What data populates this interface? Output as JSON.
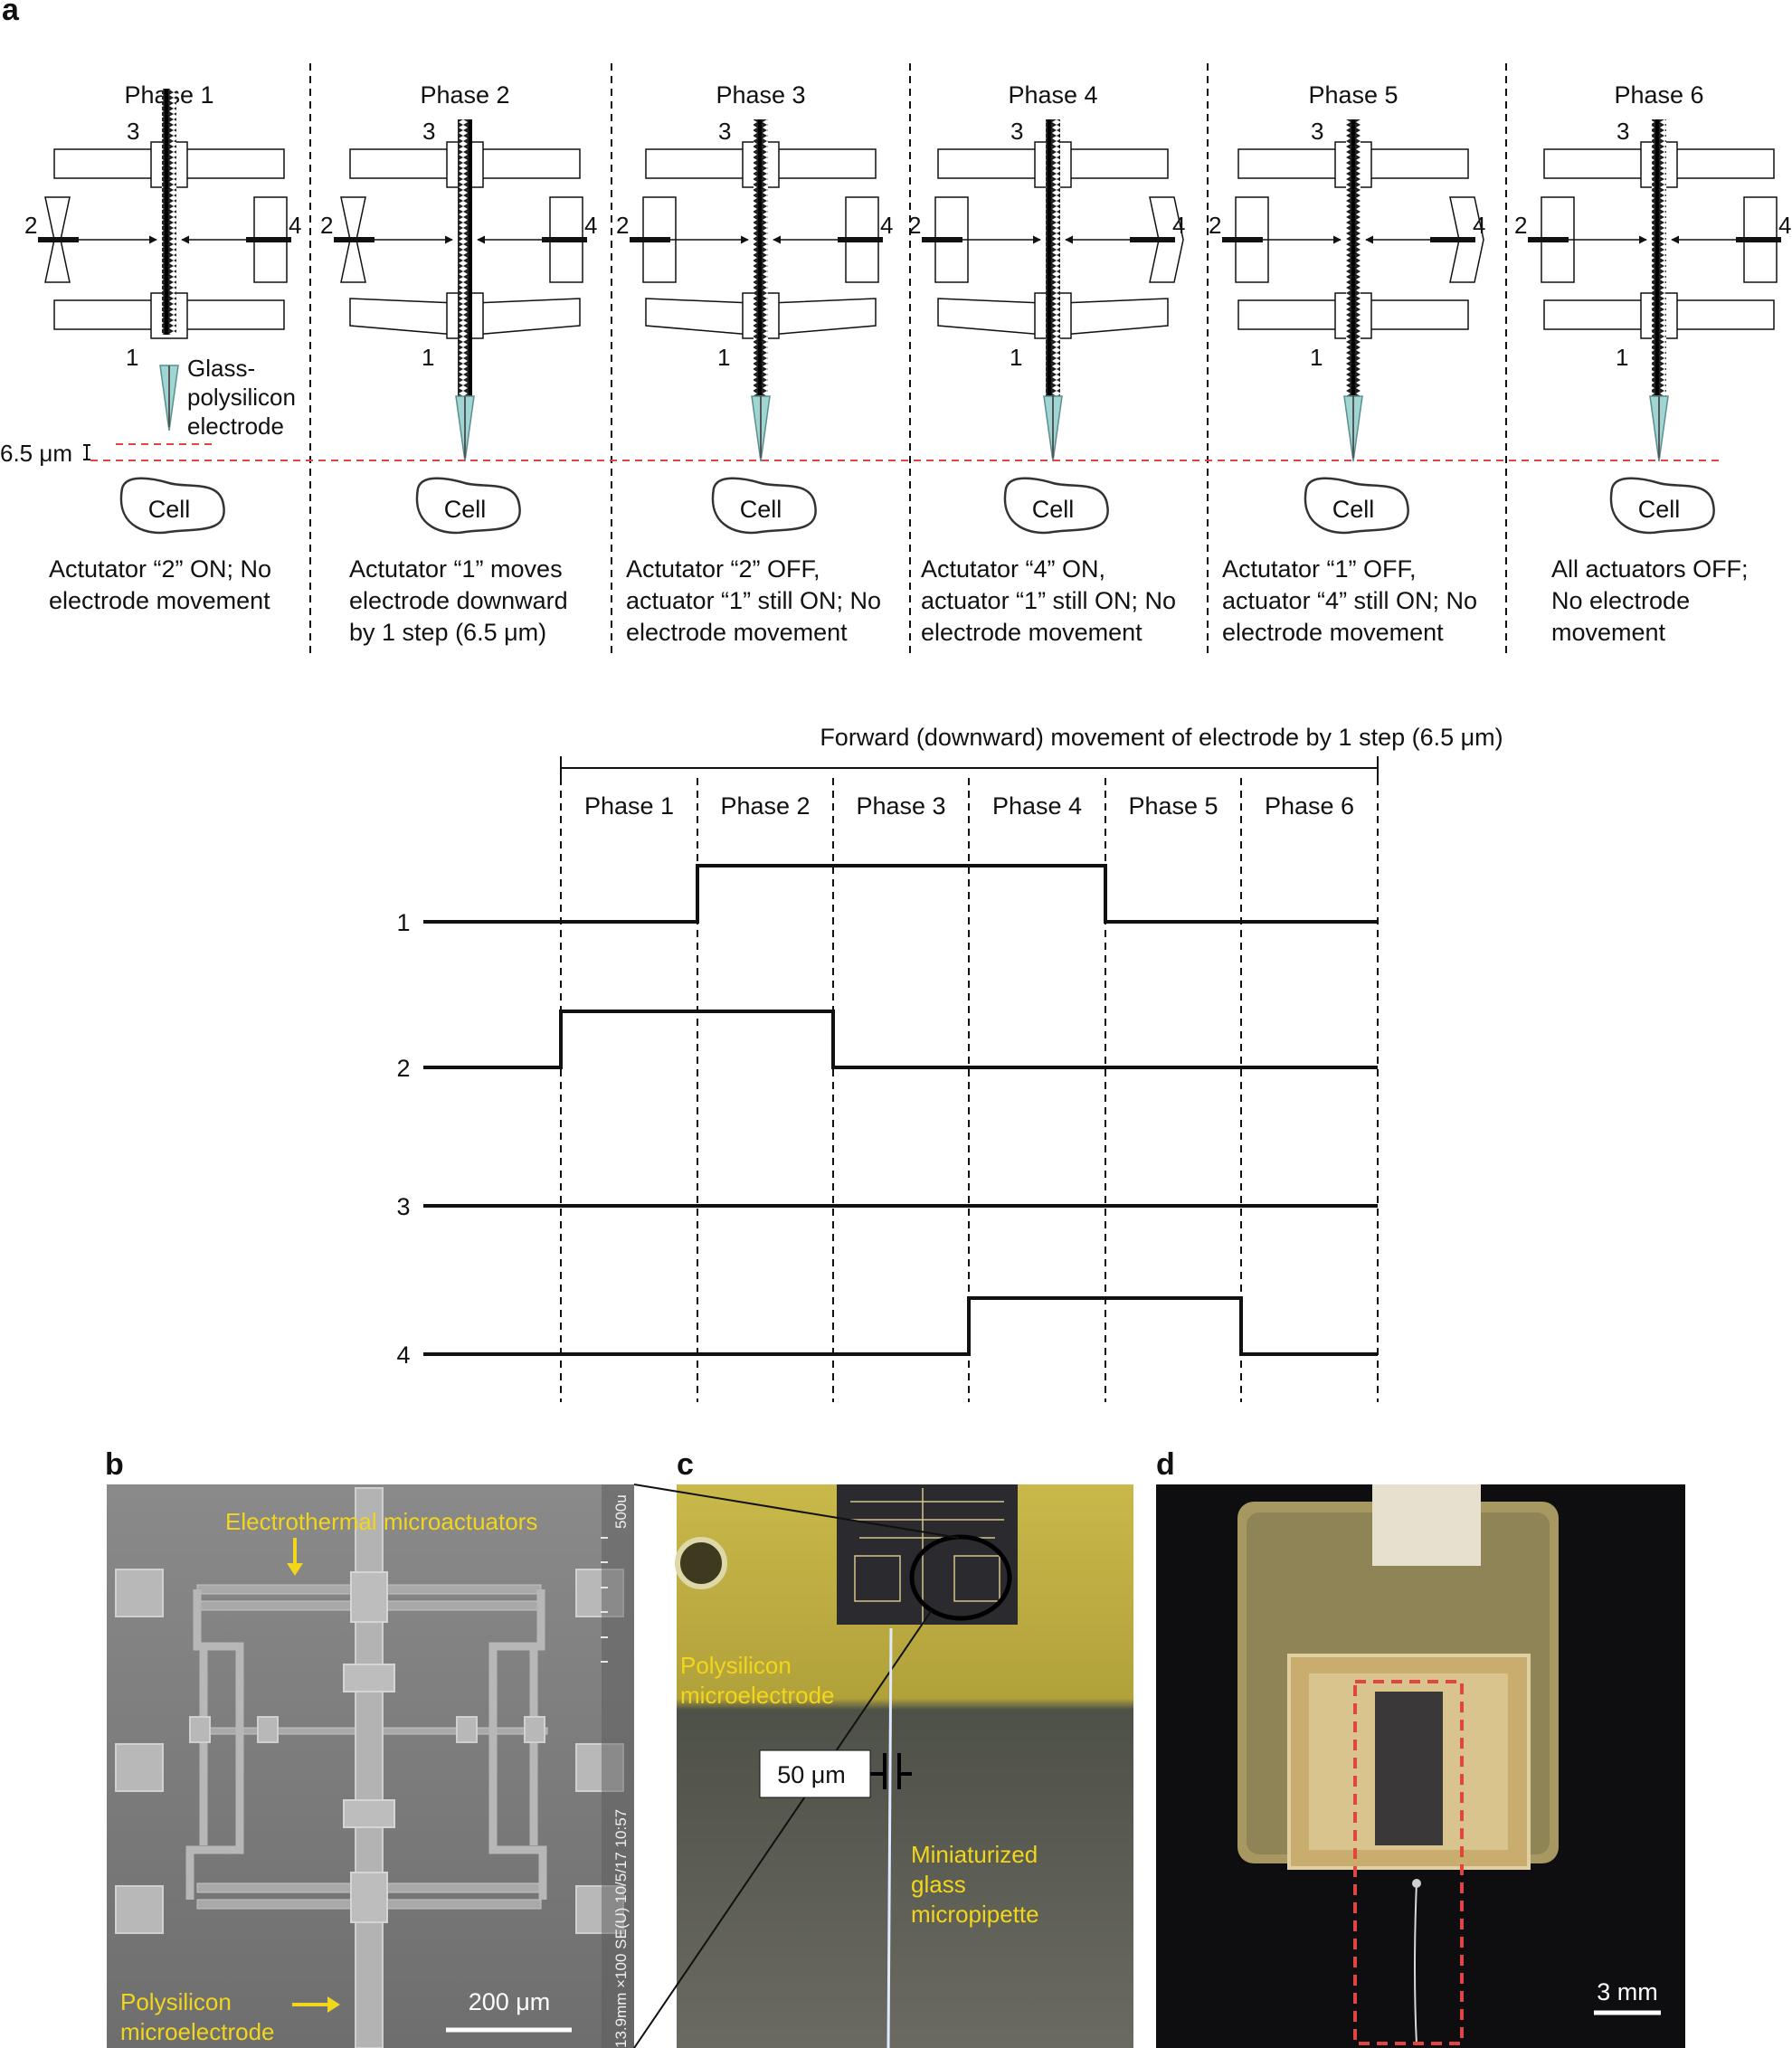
{
  "panel_letters": {
    "a": "a",
    "b": "b",
    "c": "c",
    "d": "d"
  },
  "phases": [
    {
      "title": "Phase 1",
      "caption": [
        "Actutator “2” ON; No",
        "electrode movement"
      ]
    },
    {
      "title": "Phase 2",
      "caption": [
        "Actutator “1” moves",
        "electrode downward",
        "by 1 step (6.5 μm)"
      ]
    },
    {
      "title": "Phase 3",
      "caption": [
        "Actutator “2” OFF,",
        "actuator “1” still ON; No",
        "electrode movement"
      ]
    },
    {
      "title": "Phase 4",
      "caption": [
        "Actutator “4” ON,",
        "actuator “1” still ON; No",
        "electrode movement"
      ]
    },
    {
      "title": "Phase 5",
      "caption": [
        "Actutator “1” OFF,",
        "actuator “4” still ON; No",
        "electrode movement"
      ]
    },
    {
      "title": "Phase 6",
      "caption": [
        "All actuators OFF;",
        "No electrode",
        "movement"
      ]
    }
  ],
  "actuator_numbers": [
    "1",
    "2",
    "3",
    "4"
  ],
  "cell_label": "Cell",
  "electrode_label": [
    "Glass-",
    "polysilicon",
    "electrode"
  ],
  "step_label": "6.5 μm",
  "timing": {
    "title": "Forward (downward) movement of electrode by 1 step (6.5 μm)",
    "phase_labels": [
      "Phase 1",
      "Phase 2",
      "Phase 3",
      "Phase 4",
      "Phase 5",
      "Phase 6"
    ],
    "signals": [
      {
        "name": "1",
        "states": [
          0,
          0,
          1,
          1,
          1,
          0,
          0
        ]
      },
      {
        "name": "2",
        "states": [
          0,
          1,
          1,
          0,
          0,
          0,
          0
        ]
      },
      {
        "name": "3",
        "states": [
          0,
          0,
          0,
          0,
          0,
          0,
          0
        ]
      },
      {
        "name": "4",
        "states": [
          0,
          0,
          0,
          0,
          1,
          1,
          0
        ]
      }
    ]
  },
  "panel_b": {
    "label_top": "Electrothermal microactuators",
    "label_bottom": [
      "Polysilicon",
      "microelectrode"
    ],
    "scale": "200 μm",
    "sem_text": "13.9mm ×100 SE(U) 10/5/17 10:57",
    "sem_corner": "500u"
  },
  "panel_c": {
    "label_electrode": [
      "Polysilicon",
      "microelectrode"
    ],
    "scale": "50 μm",
    "label_pipette": [
      "Miniaturized",
      "glass",
      "micropipette"
    ]
  },
  "panel_d": {
    "scale": "3 mm"
  },
  "colors": {
    "red_dashed": "#e0463f",
    "yellow_text": "#f2d61c",
    "cyan_tip": "#9fd6d4"
  }
}
